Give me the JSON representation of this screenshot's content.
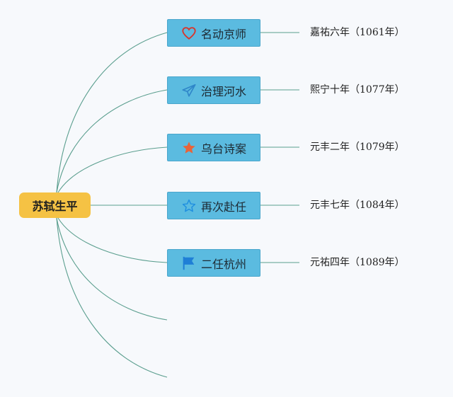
{
  "root": {
    "label": "苏轼生平"
  },
  "branches": [
    {
      "label": "名动京师",
      "icon": "heart-outline-icon",
      "date": "嘉祐六年（1061年）"
    },
    {
      "label": "治理河水",
      "icon": "paper-plane-icon",
      "date": "熙宁十年（1077年）"
    },
    {
      "label": "乌台诗案",
      "icon": "star-filled-icon",
      "date": "元丰二年（1079年）"
    },
    {
      "label": "再次赴任",
      "icon": "star-outline-icon",
      "date": "元丰七年（1084年）"
    },
    {
      "label": "二任杭州",
      "icon": "flag-icon",
      "date": "元祐四年（1089年）"
    }
  ],
  "colors": {
    "root_fill": "#f5c244",
    "node_fill": "#5bbbe0",
    "link": "#5a9e8e",
    "heart": "#d9342b",
    "plane": "#2f86c9",
    "star_filled": "#e8643a",
    "star_outline": "#1f8fe0",
    "flag": "#1f7fd6"
  }
}
